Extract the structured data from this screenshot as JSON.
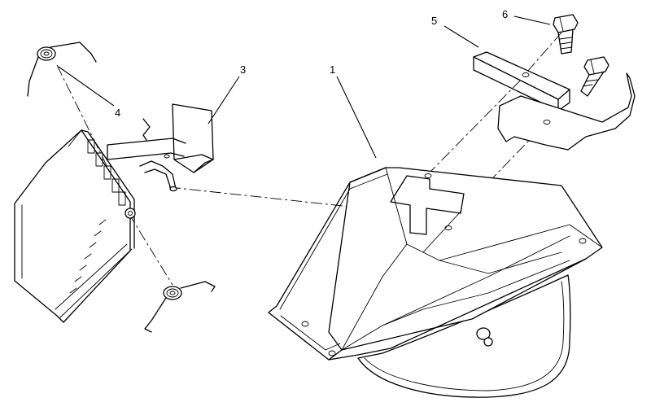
{
  "callouts": [
    {
      "id": "1",
      "label": "1"
    },
    {
      "id": "3",
      "label": "3"
    },
    {
      "id": "4",
      "label": "4"
    },
    {
      "id": "5",
      "label": "5"
    },
    {
      "id": "6",
      "label": "6"
    }
  ]
}
